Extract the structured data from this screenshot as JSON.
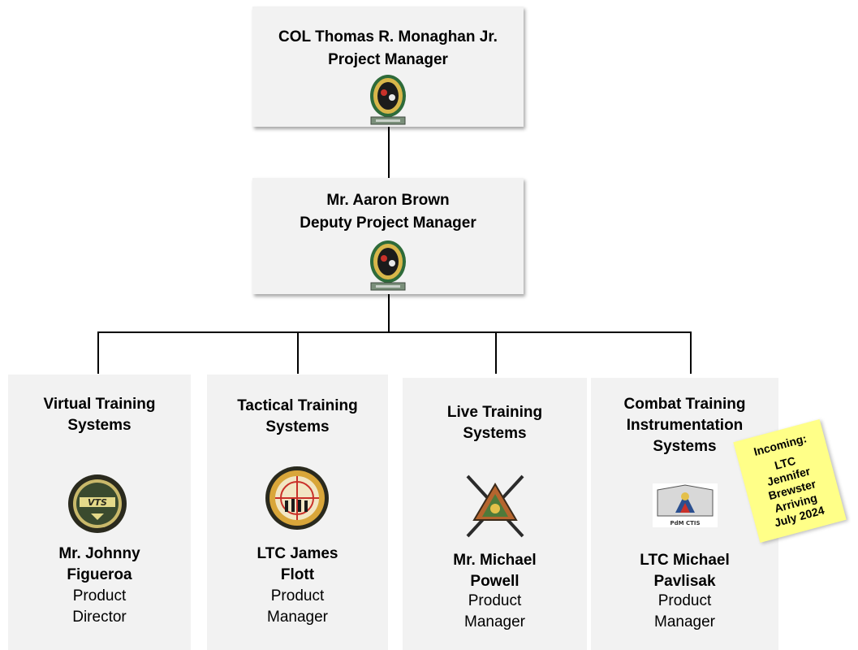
{
  "top": {
    "name": "COL Thomas R. Monaghan Jr.",
    "title": "Project Manager"
  },
  "deputy": {
    "name": "Mr. Aaron Brown",
    "title": "Deputy Project Manager"
  },
  "units": [
    {
      "title_line1": "Virtual Training",
      "title_line2": "Systems",
      "title_line3": "",
      "emblem": "vts-emblem",
      "name_line1": "Mr. Johnny",
      "name_line2": "Figueroa",
      "role_line1": "Product",
      "role_line2": "Director"
    },
    {
      "title_line1": "Tactical Training",
      "title_line2": "Systems",
      "title_line3": "",
      "emblem": "tactical-training-emblem",
      "name_line1": "LTC James",
      "name_line2": "Flott",
      "role_line1": "Product",
      "role_line2": "Manager"
    },
    {
      "title_line1": "Live Training",
      "title_line2": "Systems",
      "title_line3": "",
      "emblem": "crossed-rifles-emblem",
      "name_line1": "Mr. Michael",
      "name_line2": "Powell",
      "role_line1": "Product",
      "role_line2": "Manager"
    },
    {
      "title_line1": "Combat Training",
      "title_line2": "Instrumentation",
      "title_line3": "Systems",
      "emblem": "pdm-ctis-emblem",
      "emblem_text": "PdM CTIS",
      "name_line1": "LTC Michael",
      "name_line2": "Pavlisak",
      "role_line1": "Product",
      "role_line2": "Manager"
    }
  ],
  "sticky_note": {
    "lines": [
      "Incoming:",
      "LTC",
      "Jennifer",
      "Brewster",
      "Arriving",
      "July 2024"
    ]
  },
  "colors": {
    "box_fill": "#f2f2f2",
    "sticky_fill": "#ffff88",
    "connector": "#000000"
  }
}
